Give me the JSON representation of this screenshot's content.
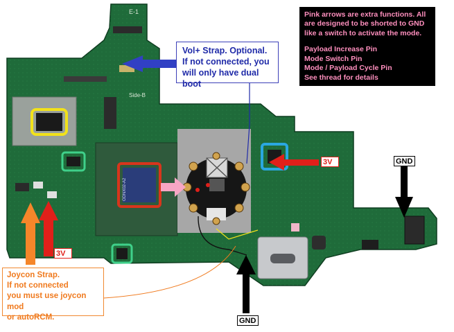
{
  "legend": {
    "intro": "Pink arrows are extra functions. All are designed to be shorted to GND like a switch to activate the mode.",
    "items": [
      "Payload Increase Pin",
      "Mode Switch Pin",
      "Mode / Payload Cycle Pin",
      "See thread for details"
    ]
  },
  "vol_callout": {
    "lines": [
      "Vol+ Strap. Optional.",
      "If not connected, you",
      "will only have dual boot"
    ]
  },
  "joycon_callout": {
    "lines": [
      "Joycon Strap.",
      "If not connected",
      "you must use joycon mod",
      "or autoRCM."
    ]
  },
  "tags": {
    "v3_right": "3V",
    "v3_left": "3V",
    "gnd_right": "GND",
    "gnd_bottom": "GND"
  },
  "board": {
    "silkscreen_top": "E-1",
    "silkscreen_side": "Side-B",
    "chip_marking": "ODNX02-A2"
  },
  "colors": {
    "board_green": "#1f6b3a",
    "volume_arrow": "#3140c4",
    "power_arrow": "#e0201a",
    "joycon_arrow": "#f5862a",
    "gnd_arrow": "#000000",
    "extra_function_arrow": "#f7a6c4",
    "highlight_yellow": "#f2e21a",
    "highlight_red": "#d8351c",
    "highlight_blue": "#2aa7e0",
    "highlight_green": "#3fd08a"
  }
}
